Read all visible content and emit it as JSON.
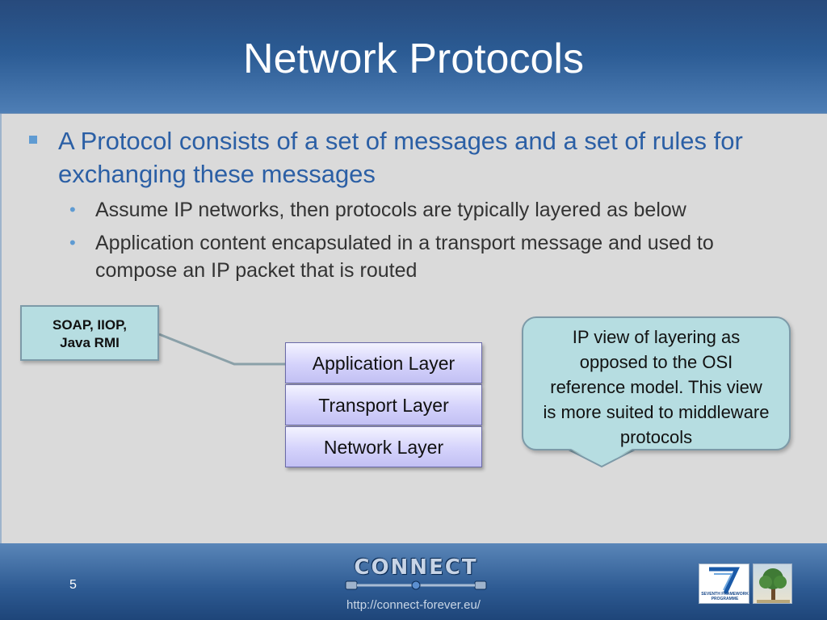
{
  "slide": {
    "title": "Network Protocols",
    "bullet_main": "A Protocol consists of a set of messages and a set of rules for exchanging these messages",
    "sub_bullets": [
      "Assume IP networks, then protocols are typically layered as below",
      "Application content encapsulated in a transport message and used to compose an IP packet that is routed"
    ],
    "soap_box": {
      "line1": "SOAP, IIOP,",
      "line2": "Java RMI"
    },
    "layers": [
      "Application Layer",
      "Transport Layer",
      "Network Layer"
    ],
    "callout": "IP view of layering as opposed to the OSI reference model. This view is more suited to middleware protocols"
  },
  "footer": {
    "page_number": "5",
    "logo_text": "CONNECT",
    "url": "http://connect-forever.eu/",
    "fp7_label": "SEVENTH FRAMEWORK PROGRAMME"
  },
  "icons": {
    "logo": "connect-logo",
    "fp7": "fp7-logo",
    "tree": "tree-logo"
  },
  "colors": {
    "header_blue": "#2a5a93",
    "bullet_blue": "#2b5fa5",
    "box_fill": "#b6dde1",
    "layer_fill": "#d4d2fb"
  }
}
